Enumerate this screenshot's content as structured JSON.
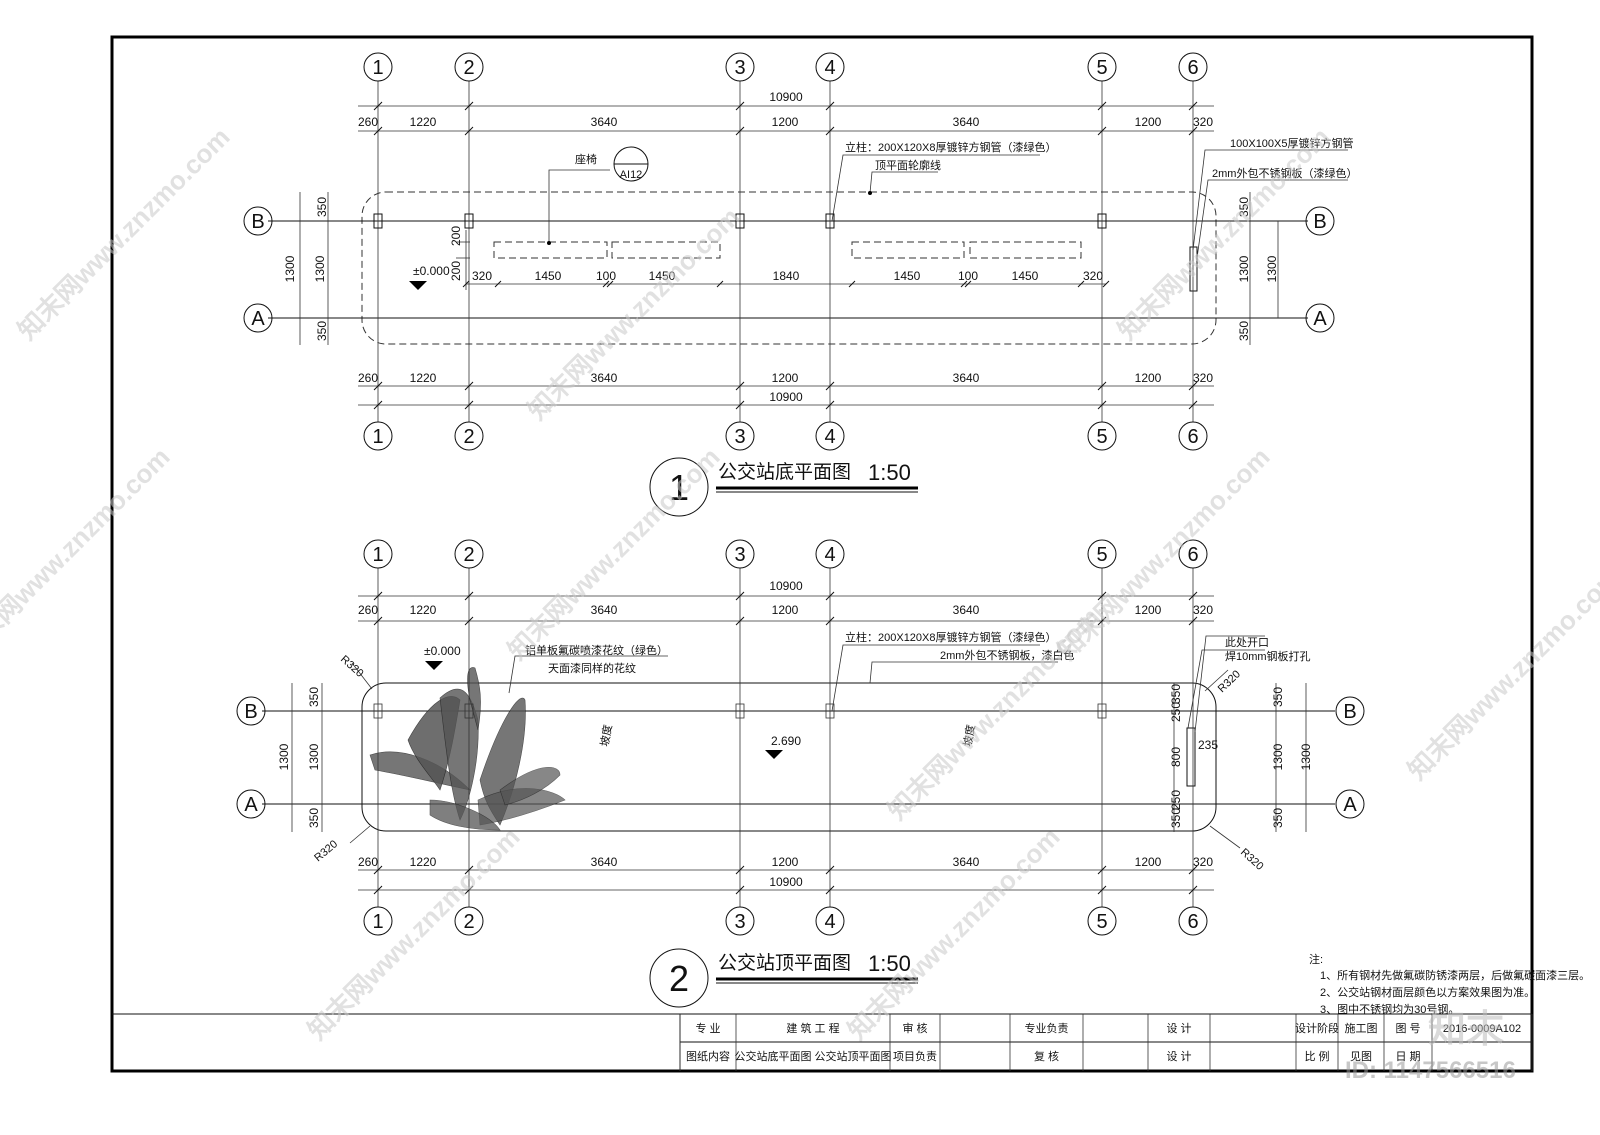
{
  "plan1": {
    "title": "公交站底平面图",
    "scale": "1:50",
    "number": "1",
    "elevation": "±0.000",
    "seat_label": "座椅",
    "seat_ref": "AI12",
    "col_note1": "立柱：200X120X8厚镀锌方钢管（漆绿色）",
    "col_note2": "顶平面轮廓线",
    "steel_note1": "100X100X5厚镀锌方钢管",
    "steel_note2": "2mm外包不锈钢板（漆绿色）",
    "seat_dims": [
      "320",
      "1450",
      "100",
      "1450",
      "1840",
      "1450",
      "100",
      "1450",
      "320"
    ],
    "seat_v": [
      "200",
      "200"
    ]
  },
  "plan2": {
    "title": "公交站顶平面图",
    "scale": "1:50",
    "number": "2",
    "elevation": "±0.000",
    "roof_elev": "2.690",
    "pattern_note1": "铝单板氟碳喷漆花纹（绿色）",
    "pattern_note2": "天面漆同样的花纹",
    "col_note1": "立柱：200X120X8厚镀锌方钢管（漆绿色）",
    "col_note2": "2mm外包不锈钢板，漆白色",
    "open_note1": "此处开口",
    "open_note2": "焊10mm钢板打孔",
    "slope": "坡度",
    "radius": "R320",
    "right_v": [
      "250",
      "350",
      "800",
      "250",
      "350",
      "235"
    ]
  },
  "grid": {
    "cols": [
      "1",
      "2",
      "3",
      "4",
      "5",
      "6"
    ],
    "rows": [
      "B",
      "A"
    ],
    "total": "10900",
    "spans": [
      "260",
      "1220",
      "3640",
      "1200",
      "3640",
      "1200",
      "320"
    ],
    "v_outer": [
      "350",
      "1300",
      "350"
    ],
    "v_inner": "1300"
  },
  "notes": {
    "head": "注:",
    "items": [
      "1、所有钢材先做氟碳防锈漆两层，后做氟碳面漆三层。",
      "2、公交站钢材面层颜色以方案效果图为准。",
      "3、图中不锈钢均为30号钢。"
    ]
  },
  "titleblock": {
    "r1": [
      "专  业",
      "建 筑 工 程",
      "审  核",
      "",
      "专业负责",
      "",
      "设  计",
      "",
      "设计阶段",
      "施工图",
      "图  号",
      "2016-0009A102"
    ],
    "r2": [
      "图纸内容",
      "公交站底平面图  公交站顶平面图",
      "项目负责",
      "",
      "复  核",
      "",
      "设  计",
      "",
      "比  例",
      "见图",
      "日  期",
      ""
    ]
  },
  "watermark": {
    "text": "知末网www.znzmo.com",
    "logo": "知末",
    "id": "ID: 1147566516"
  }
}
